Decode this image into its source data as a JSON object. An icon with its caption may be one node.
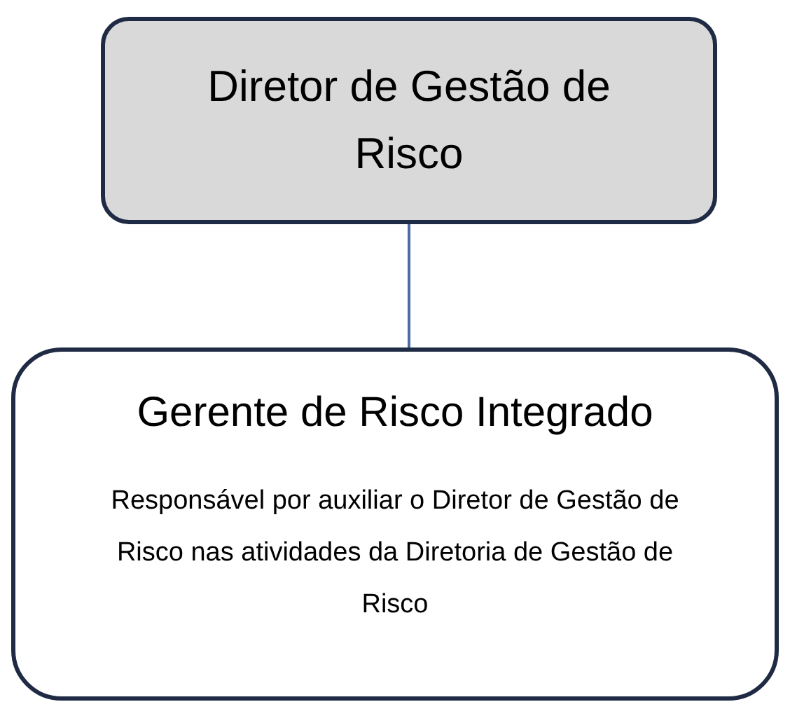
{
  "diagram": {
    "nodes": [
      {
        "text": [
          "Diretor de Gestão de Risco"
        ]
      },
      {
        "text": [
          "Gerente de Risco Integrado",
          "Responsável por auxiliar o Diretor de Gestão de Risco nas atividades da Diretoria de Gestão de Risco"
        ]
      }
    ],
    "edges": [
      {
        "from": 0,
        "to": 1,
        "arrow": "none"
      }
    ]
  }
}
